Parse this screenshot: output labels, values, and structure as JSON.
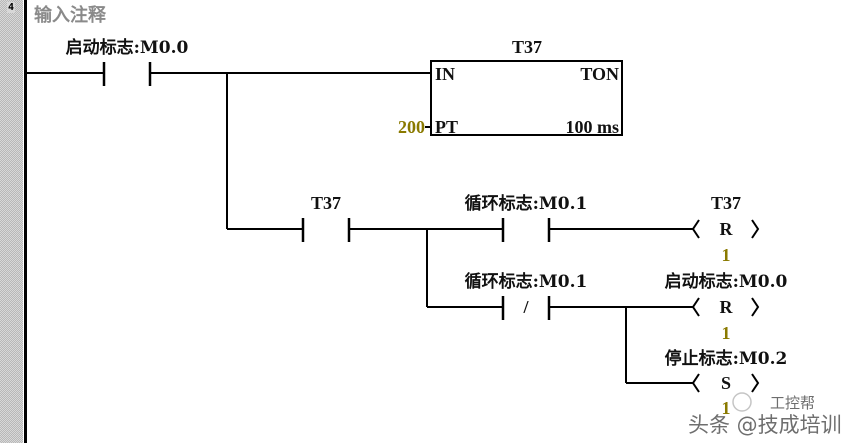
{
  "network": {
    "rung_number": "4",
    "comment": "输入注释"
  },
  "rung_main": {
    "contact_start": {
      "label": "启动标志:M0.0",
      "type": "NO"
    },
    "timer": {
      "name": "T37",
      "type": "TON",
      "in_label": "IN",
      "pt_label": "PT",
      "pt_value": "200",
      "resolution": "100 ms"
    }
  },
  "rung_branch": {
    "contact_timer": {
      "label": "T37",
      "type": "NO"
    },
    "contact_cycle_no": {
      "label": "循环标志:M0.1",
      "type": "NO"
    },
    "contact_cycle_nc": {
      "label": "循环标志:M0.1",
      "type": "NC",
      "symbol": "/"
    },
    "coil_reset_timer": {
      "label": "T37",
      "symbol": "R",
      "count": "1"
    },
    "coil_reset_start": {
      "label": "启动标志:M0.0",
      "symbol": "R",
      "count": "1"
    },
    "coil_set_stop": {
      "label": "停止标志:M0.2",
      "symbol": "S",
      "count": "1"
    }
  },
  "colors": {
    "line": "#000000",
    "comment": "#8a8a8a",
    "constant": "#8a7a00"
  },
  "watermark": {
    "top": "工控帮",
    "bottom": "头条 @技成培训"
  }
}
